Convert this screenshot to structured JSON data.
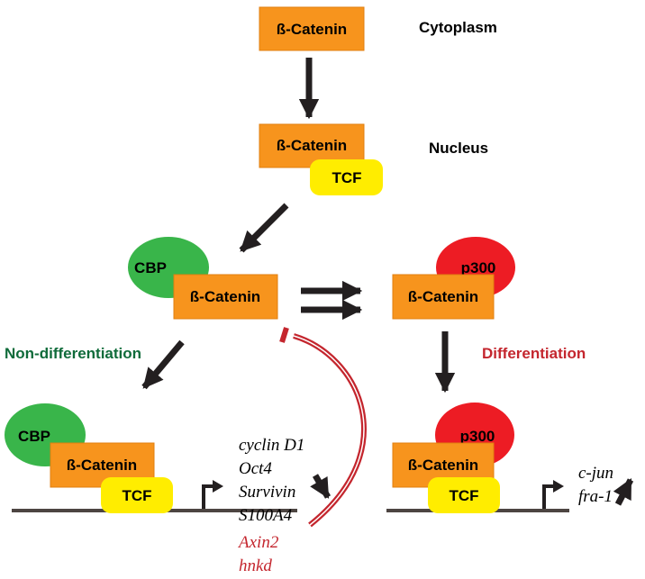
{
  "labels": {
    "beta_catenin": "ß-Catenin",
    "tcf": "TCF",
    "cbp": "CBP",
    "p300": "p300",
    "cytoplasm": "Cytoplasm",
    "nucleus": "Nucleus",
    "non_differentiation": "Non-differentiation",
    "differentiation": "Differentiation"
  },
  "genes_left": [
    "cyclin D1",
    "Oct4",
    "Survivin",
    "S100A4"
  ],
  "genes_left_red": [
    "Axin2",
    "hnkd"
  ],
  "genes_right": [
    "c-jun",
    "fra-1"
  ],
  "colors": {
    "catenin_box": "#f7941d",
    "tcf_box": "#ffed00",
    "cbp_ellipse": "#39b54a",
    "p300_ellipse": "#ed1c24",
    "arrow": "#231f20",
    "dna_line": "#4d4542",
    "inhibition_arc": "#c4262e",
    "non_diff_text": "#0f6b3a",
    "diff_text": "#c4262e"
  }
}
